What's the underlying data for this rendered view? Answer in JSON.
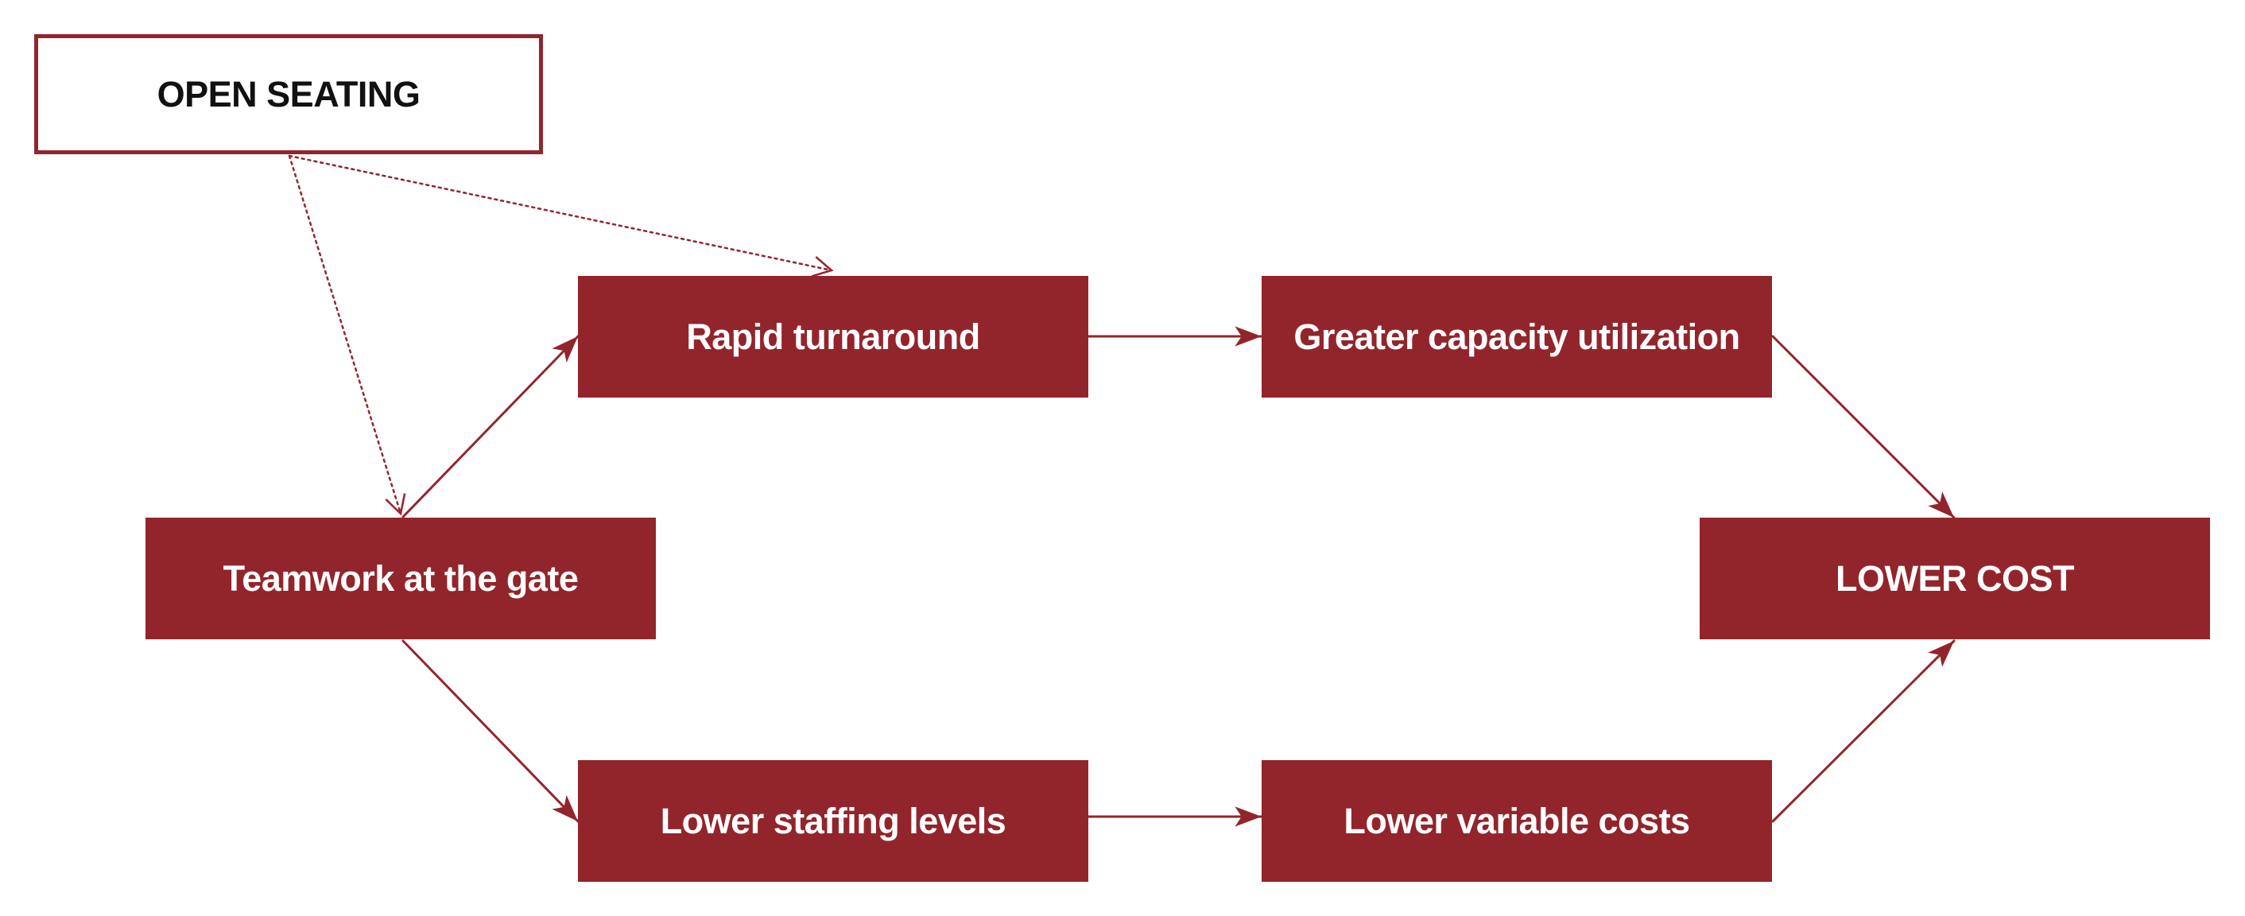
{
  "colors": {
    "accent": "#92252c",
    "filled_text": "#ffffff",
    "outline_text": "#111111",
    "background": "#ffffff"
  },
  "nodes": {
    "open_seating": "OPEN SEATING",
    "rapid_turnaround": "Rapid turnaround",
    "greater_capacity": "Greater capacity utilization",
    "teamwork": "Teamwork at the gate",
    "lower_cost": "LOWER COST",
    "lower_staffing": "Lower staffing levels",
    "lower_variable_costs": "Lower variable costs"
  },
  "edges": [
    {
      "from": "open_seating",
      "to": "rapid_turnaround",
      "style": "dotted"
    },
    {
      "from": "open_seating",
      "to": "teamwork",
      "style": "dotted"
    },
    {
      "from": "teamwork",
      "to": "rapid_turnaround",
      "style": "solid"
    },
    {
      "from": "teamwork",
      "to": "lower_staffing",
      "style": "solid"
    },
    {
      "from": "rapid_turnaround",
      "to": "greater_capacity",
      "style": "solid"
    },
    {
      "from": "lower_staffing",
      "to": "lower_variable_costs",
      "style": "solid"
    },
    {
      "from": "greater_capacity",
      "to": "lower_cost",
      "style": "solid"
    },
    {
      "from": "lower_variable_costs",
      "to": "lower_cost",
      "style": "solid"
    }
  ]
}
